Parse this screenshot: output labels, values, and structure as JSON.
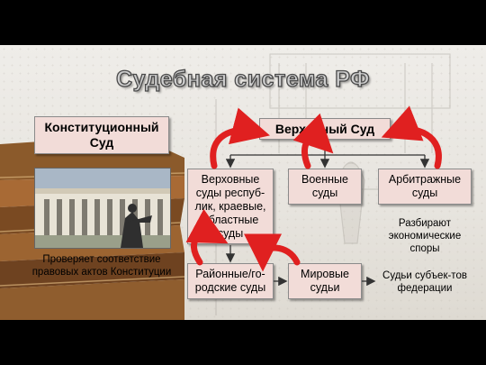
{
  "title": "Судебная система РФ",
  "boxes": {
    "constitutional_court": "Конституционный Суд",
    "supreme_court": "Верховный Суд",
    "supreme_regional_courts": "Верховные суды респуб-лик, краевые, областные суды",
    "military_courts": "Военные суды",
    "arbitration_courts": "Арбитражные суды",
    "district_courts": "Районные/го-родские суды",
    "magistrates": "Мировые судьи"
  },
  "notes": {
    "constitutional_note": "Проверяет соответствие правовых актов Конституции",
    "arbitration_note": "Разбирают экономические споры",
    "magistrates_note": "Судьи субъек-тов федерации"
  },
  "colors": {
    "box_fill": "#f2dcd8",
    "arrow_red": "#e02020",
    "title_fill": "#cfcfcf"
  }
}
